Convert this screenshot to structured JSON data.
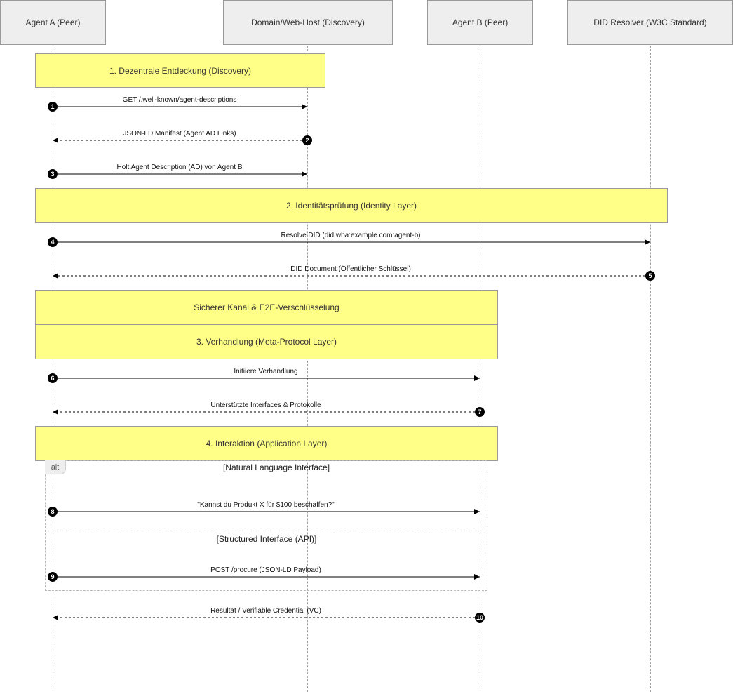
{
  "participants": {
    "agent_a": "Agent A (Peer)",
    "host": "Domain/Web-Host (Discovery)",
    "agent_b": "Agent B (Peer)",
    "resolver": "DID Resolver (W3C Standard)"
  },
  "notes": {
    "discovery": "1. Dezentrale Entdeckung (Discovery)",
    "identity": "2. Identitätsprüfung (Identity Layer)",
    "secure": "Sicherer Kanal & E2E-Verschlüsselung",
    "negotiation": "3. Verhandlung (Meta-Protocol Layer)",
    "interaction": "4. Interaktion (Application Layer)"
  },
  "alt": {
    "tag": "alt",
    "guard1": "[Natural Language Interface]",
    "guard2": "[Structured Interface (API)]"
  },
  "messages": [
    {
      "n": "1",
      "label": "GET /.well-known/agent-descriptions",
      "style": "solid"
    },
    {
      "n": "2",
      "label": "JSON-LD Manifest (Agent AD Links)",
      "style": "dashed"
    },
    {
      "n": "3",
      "label": "Holt Agent Description (AD) von Agent B",
      "style": "solid"
    },
    {
      "n": "4",
      "label": "Resolve DID (did:wba:example.com:agent-b)",
      "style": "solid"
    },
    {
      "n": "5",
      "label": "DID Document (Öffentlicher Schlüssel)",
      "style": "dashed"
    },
    {
      "n": "6",
      "label": "Initiiere Verhandlung",
      "style": "solid"
    },
    {
      "n": "7",
      "label": "Unterstützte Interfaces & Protokolle",
      "style": "dashed"
    },
    {
      "n": "8",
      "label": "\"Kannst du Produkt X für $100 beschaffen?\"",
      "style": "solid"
    },
    {
      "n": "9",
      "label": "POST /procure (JSON-LD Payload)",
      "style": "solid"
    },
    {
      "n": "10",
      "label": "Resultat / Verifiable Credential (VC)",
      "style": "dashed"
    }
  ]
}
